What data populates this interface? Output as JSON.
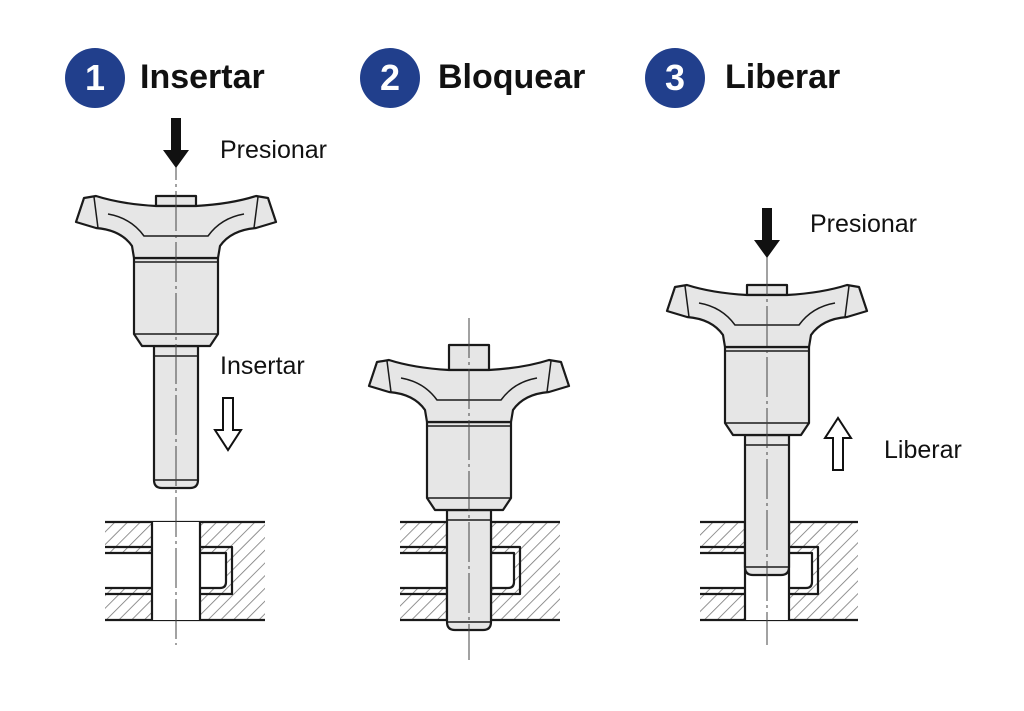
{
  "steps": [
    {
      "number": "1",
      "title": "Insertar",
      "labels": [
        "Presionar",
        "Insertar"
      ]
    },
    {
      "number": "2",
      "title": "Bloquear",
      "labels": []
    },
    {
      "number": "3",
      "title": "Liberar",
      "labels": [
        "Presionar",
        "Liberar"
      ]
    }
  ],
  "colors": {
    "badge": "#213f8c",
    "part_fill": "#e6e6e6",
    "line": "#1a1a1a"
  }
}
